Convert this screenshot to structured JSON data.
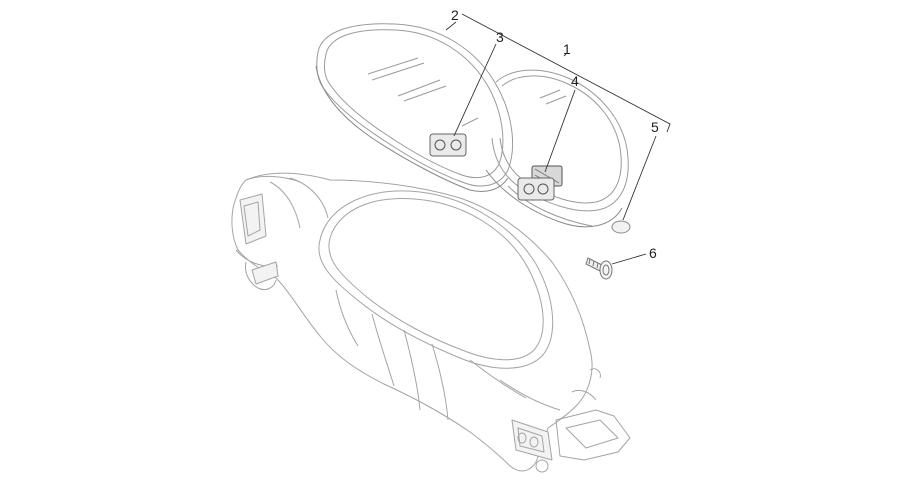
{
  "diagram": {
    "type": "exploded parts diagram",
    "colors": {
      "line": "#9a9a9a",
      "leader": "#333333",
      "label": "#222222",
      "background": "#ffffff"
    },
    "callouts": [
      "1",
      "2",
      "3",
      "4",
      "5",
      "6"
    ]
  }
}
